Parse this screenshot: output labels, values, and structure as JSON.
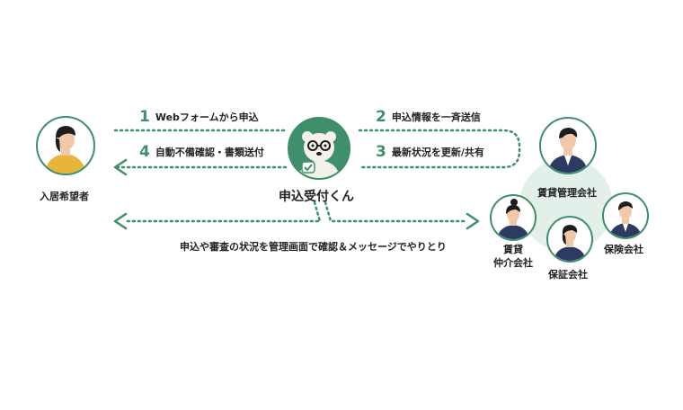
{
  "applicant": {
    "label": "入居希望者"
  },
  "center": {
    "title": "申込受付くん"
  },
  "steps": [
    {
      "num": "1",
      "text": "Webフォームから申込"
    },
    {
      "num": "2",
      "text": "申込情報を一斉送信"
    },
    {
      "num": "3",
      "text": "最新状況を更新/共有"
    },
    {
      "num": "4",
      "text": "自動不備確認・書類送付"
    }
  ],
  "bottom_note": "申込や審査の状況を管理画面で確認＆メッセージでやりとり",
  "companies": {
    "management": "賃貸管理会社",
    "agency_line1": "賃貸",
    "agency_line2": "仲介会社",
    "guarantee": "保証会社",
    "insurance": "保険会社"
  },
  "colors": {
    "accent": "#3e8f6a",
    "cluster_bg": "#e3efe9",
    "navy": "#2d3a62",
    "mustard": "#e7b53a"
  },
  "icons": {
    "applicant": "person-icon",
    "bear": "bear-mascot-icon",
    "check": "check-icon"
  }
}
